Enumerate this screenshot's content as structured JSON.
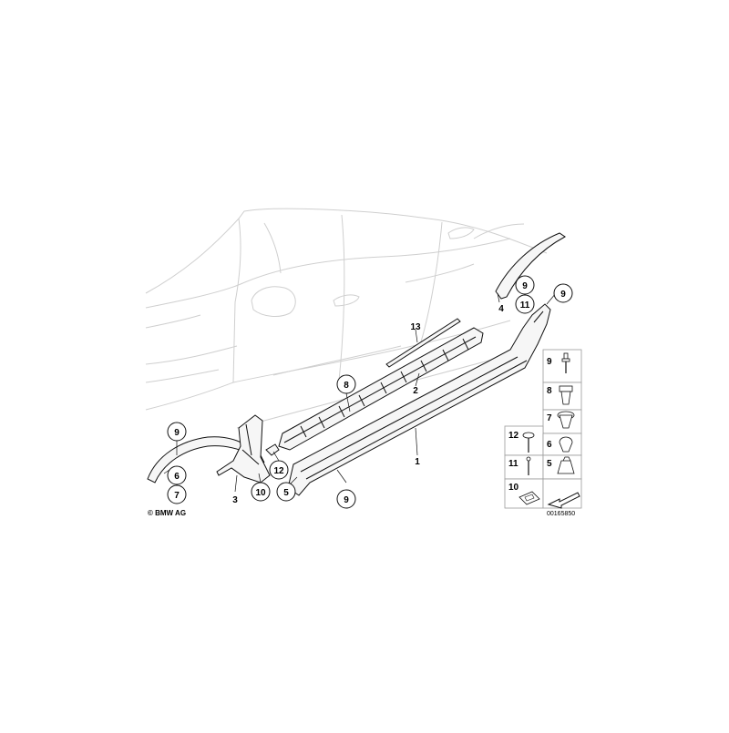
{
  "labels": {
    "c9_front": "9",
    "c6": "6",
    "c7": "7",
    "n3": "3",
    "c10": "10",
    "c12": "12",
    "c5": "5",
    "c9_sill": "9",
    "n1": "1",
    "c8": "8",
    "n2": "2",
    "n13": "13",
    "c9_rear": "9",
    "c11": "11",
    "n4": "4",
    "c9_tail": "9"
  },
  "legend": {
    "n9": "9",
    "n8": "8",
    "n7": "7",
    "n12": "12",
    "n6": "6",
    "n11": "11",
    "n5": "5",
    "n10": "10"
  },
  "copyright": "© BMW AG",
  "diagram_id": "00165850"
}
